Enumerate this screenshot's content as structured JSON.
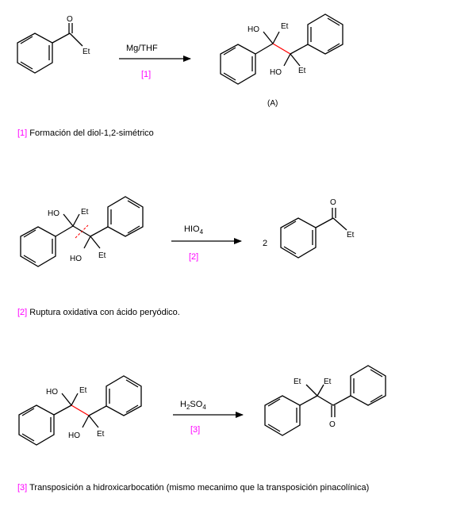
{
  "labels": {
    "O": "O",
    "Et": "Et",
    "HO": "HO",
    "HIO": "HIO",
    "H": "H",
    "SO": "SO",
    "sub2": "2",
    "sub4": "4",
    "coef": "2"
  },
  "reaction1": {
    "reagent": "Mg/THF",
    "step": "[1]",
    "product_label": "(A)",
    "caption_num": "[1]",
    "caption_text": " Formación del diol-1,2-simétrico"
  },
  "reaction2": {
    "step": "[2]",
    "caption_num": "[2]",
    "caption_text": " Ruptura oxidativa con ácido peryódico."
  },
  "reaction3": {
    "step": "[3]",
    "caption_num": "[3]",
    "caption_text": " Transposición a hidroxicarbocatión (mismo mecanimo que la transposición pinacolínica)"
  },
  "colors": {
    "highlight": "#ff0000",
    "step_number": "#ff00ff"
  }
}
